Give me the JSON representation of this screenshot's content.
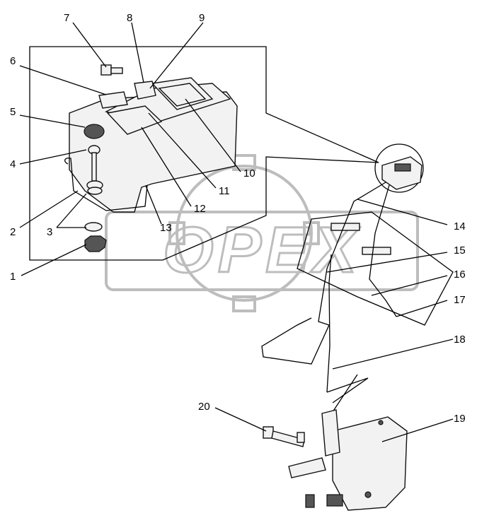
{
  "watermark": {
    "text": "OPEX"
  },
  "callouts": [
    "1",
    "2",
    "3",
    "4",
    "5",
    "6",
    "7",
    "8",
    "9",
    "10",
    "11",
    "12",
    "13",
    "14",
    "15",
    "16",
    "17",
    "18",
    "19",
    "20"
  ],
  "colors": {
    "line": "#000000",
    "watermark": "#bdbdbd"
  }
}
